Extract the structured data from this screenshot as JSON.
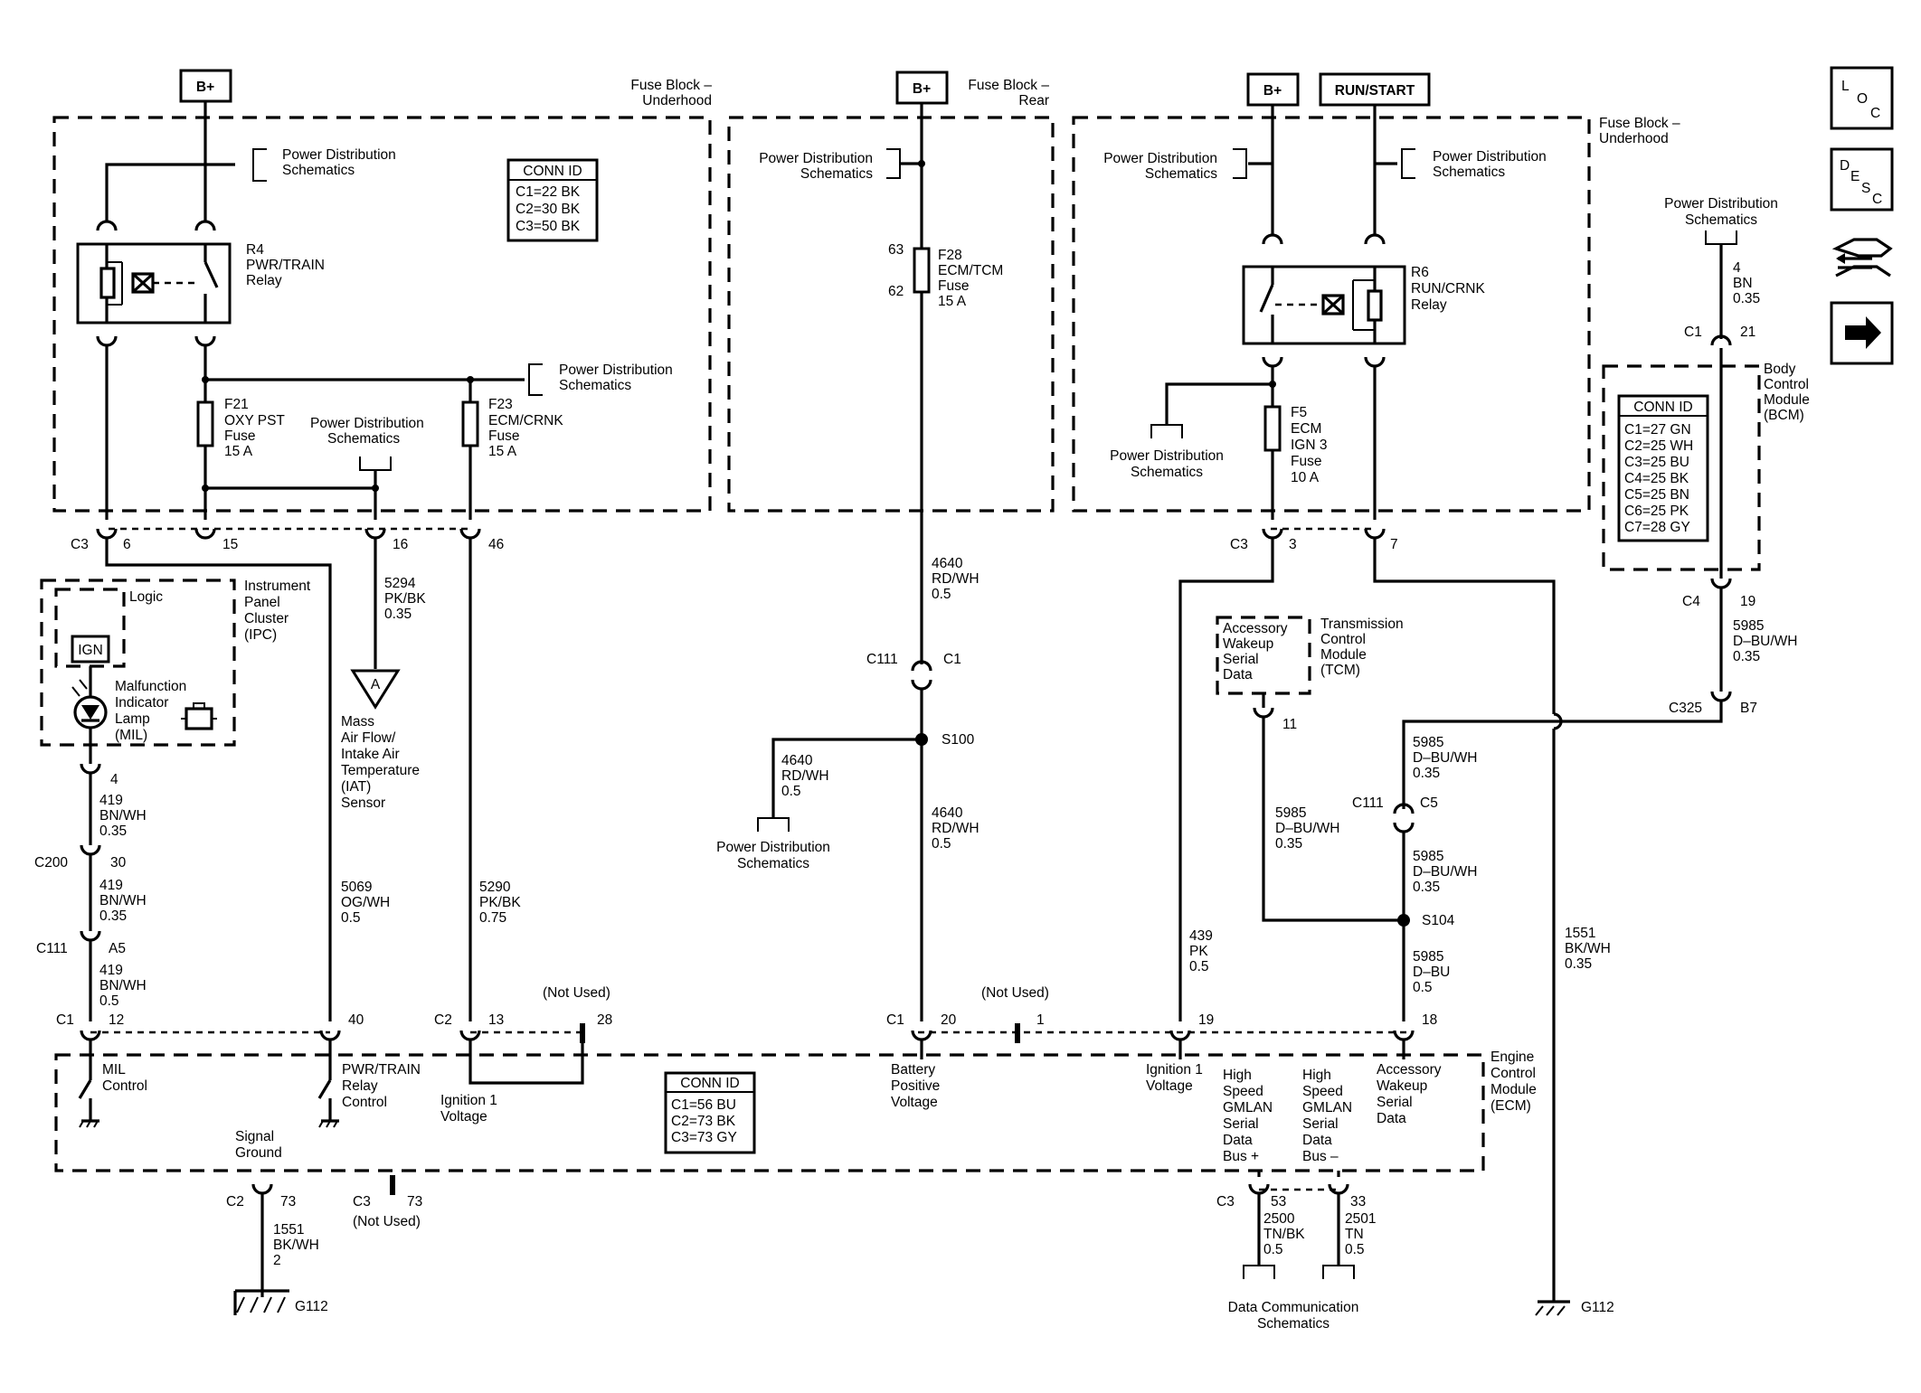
{
  "power_tags": {
    "bplus": "B+",
    "run_start": "RUN/START"
  },
  "components": {
    "fuse_block_underhood": [
      "Fuse Block –",
      "Underhood"
    ],
    "fuse_block_rear": [
      "Fuse Block –",
      "Rear"
    ],
    "pds": [
      "Power Distribution",
      "Schematics"
    ],
    "r4": [
      "R4",
      "PWR/TRAIN",
      "Relay"
    ],
    "f21": [
      "F21",
      "OXY PST",
      "Fuse",
      "15 A"
    ],
    "f23": [
      "F23",
      "ECM/CRNK",
      "Fuse",
      "15 A"
    ],
    "f28": [
      "F28",
      "ECM/TCM",
      "Fuse",
      "15 A"
    ],
    "r6": [
      "R6",
      "RUN/CRNK",
      "Relay"
    ],
    "f5": [
      "F5",
      "ECM",
      "IGN 3",
      "Fuse",
      "10 A"
    ],
    "ipc": [
      "Instrument",
      "Panel",
      "Cluster",
      "(IPC)"
    ],
    "logic": "Logic",
    "ign": "IGN",
    "mil": [
      "Malfunction",
      "Indicator",
      "Lamp",
      "(MIL)"
    ],
    "maf": [
      "Mass",
      "Air Flow/",
      "Intake Air",
      "Temperature",
      "(IAT)",
      "Sensor"
    ],
    "maf_ref": "A",
    "bcm": [
      "Body",
      "Control",
      "Module",
      "(BCM)"
    ],
    "tcm": [
      "Transmission",
      "Control",
      "Module",
      "(TCM)"
    ],
    "tcm_pin": [
      "Accessory",
      "Wakeup",
      "Serial",
      "Data"
    ],
    "ecm": [
      "Engine",
      "Control",
      "Module",
      "(ECM)"
    ],
    "dcs": [
      "Data Communication",
      "Schematics"
    ],
    "not_used": "(Not Used)",
    "g112": "G112"
  },
  "conn_id_tables": {
    "fuse_block": {
      "title": "CONN ID",
      "rows": [
        "C1=22 BK",
        "C2=30 BK",
        "C3=50 BK"
      ]
    },
    "bcm": {
      "title": "CONN ID",
      "rows": [
        "C1=27 GN",
        "C2=25 WH",
        "C3=25 BU",
        "C4=25 BK",
        "C5=25 BN",
        "C6=25 PK",
        "C7=28 GY"
      ]
    },
    "ecm": {
      "title": "CONN ID",
      "rows": [
        "C1=56 BU",
        "C2=73 BK",
        "C3=73 GY"
      ]
    }
  },
  "ecm_pins": {
    "mil_control": [
      "MIL",
      "Control"
    ],
    "pwr_relay": [
      "PWR/TRAIN",
      "Relay",
      "Control"
    ],
    "ign1": [
      "Ignition 1",
      "Voltage"
    ],
    "batt": [
      "Battery",
      "Positive",
      "Voltage"
    ],
    "ign1b": [
      "Ignition 1",
      "Voltage"
    ],
    "hs_plus": [
      "High",
      "Speed",
      "GMLAN",
      "Serial",
      "Data",
      "Bus +"
    ],
    "hs_minus": [
      "High",
      "Speed",
      "GMLAN",
      "Serial",
      "Data",
      "Bus –"
    ],
    "acc": [
      "Accessory",
      "Wakeup",
      "Serial",
      "Data"
    ],
    "signal_ground": [
      "Signal",
      "Ground"
    ]
  },
  "circuits": {
    "c419a": [
      "419",
      "BN/WH",
      "0.35"
    ],
    "c419b": [
      "419",
      "BN/WH",
      "0.35"
    ],
    "c419c": [
      "419",
      "BN/WH",
      "0.5"
    ],
    "c5294": [
      "5294",
      "PK/BK",
      "0.35"
    ],
    "c5069": [
      "5069",
      "OG/WH",
      "0.5"
    ],
    "c5290": [
      "5290",
      "PK/BK",
      "0.75"
    ],
    "c4640a": [
      "4640",
      "RD/WH",
      "0.5"
    ],
    "c4640b": [
      "4640",
      "RD/WH",
      "0.5"
    ],
    "c4640c": [
      "4640",
      "RD/WH",
      "0.5"
    ],
    "c1551a": [
      "1551",
      "BK/WH",
      "2"
    ],
    "c1551b": [
      "1551",
      "BK/WH",
      "0.35"
    ],
    "c439": [
      "439",
      "PK",
      "0.5"
    ],
    "c4bn": [
      "4",
      "BN",
      "0.35"
    ],
    "c5985a": [
      "5985",
      "D–BU/WH",
      "0.35"
    ],
    "c5985b": [
      "5985",
      "D–BU/WH",
      "0.35"
    ],
    "c5985c": [
      "5985",
      "D–BU/WH",
      "0.35"
    ],
    "c5985d": [
      "5985",
      "D–BU/WH",
      "0.35"
    ],
    "c5985e": [
      "5985",
      "D–BU",
      "0.5"
    ],
    "c2500": [
      "2500",
      "TN/BK",
      "0.5"
    ],
    "c2501": [
      "2501",
      "TN",
      "0.5"
    ]
  },
  "connectors": {
    "c3": "C3",
    "c2": "C2",
    "c1": "C1",
    "c4": "C4",
    "c111": "C111",
    "c200": "C200",
    "c325": "C325",
    "s100": "S100",
    "s104": "S104"
  },
  "pins": {
    "p6": "6",
    "p15": "15",
    "p16": "16",
    "p46": "46",
    "p4": "4",
    "p30": "30",
    "pA5": "A5",
    "p12": "12",
    "p40": "40",
    "p13": "13",
    "p28": "28",
    "p63": "63",
    "p62": "62",
    "p20": "20",
    "p1": "1",
    "p3": "3",
    "p7": "7",
    "p11": "11",
    "p19": "19",
    "p18": "18",
    "pC5": "C5",
    "pC1": "C1",
    "p21": "21",
    "p19b": "19",
    "pB7": "B7",
    "p73a": "73",
    "p73b": "73",
    "p53": "53",
    "p33": "33"
  },
  "side_icons": [
    "loc-icon",
    "desc-icon",
    "connector-view-icon",
    "next-arrow-icon"
  ],
  "side_icon_text": {
    "loc": [
      "L",
      "O",
      "C"
    ],
    "desc": [
      "D",
      "E",
      "S",
      "C"
    ]
  }
}
